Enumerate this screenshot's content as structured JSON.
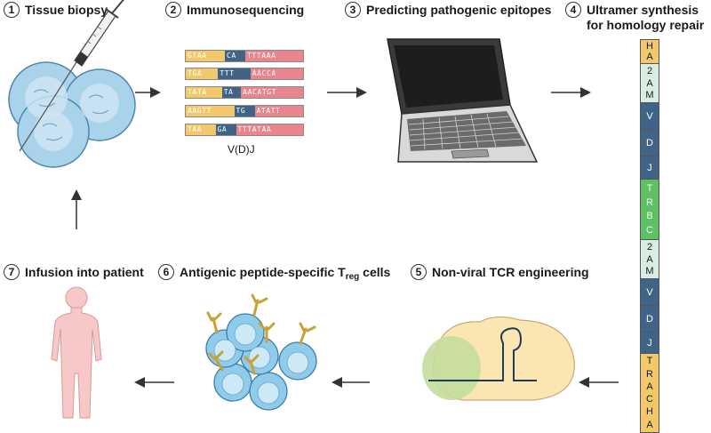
{
  "steps": {
    "s1": {
      "num": "1",
      "label": "Tissue biopsy"
    },
    "s2": {
      "num": "2",
      "label": "Immunosequencing"
    },
    "s3": {
      "num": "3",
      "label": "Predicting pathogenic epitopes"
    },
    "s4": {
      "num": "4",
      "line1": "Ultramer synthesis",
      "line2": "for homology repair"
    },
    "s5": {
      "num": "5",
      "label": "Non-viral TCR engineering"
    },
    "s6": {
      "num": "6",
      "prefix": "Antigenic peptide-specific T",
      "sub": "reg",
      "suffix": " cells"
    },
    "s7": {
      "num": "7",
      "label": "Infusion into patient"
    }
  },
  "sequences": [
    [
      "GTAA",
      "CA",
      "TTTAAA"
    ],
    [
      "TGA",
      "TTT",
      "AACCA"
    ],
    [
      "TATA",
      "TA",
      "AACATGT"
    ],
    [
      "AAGTT",
      "TG",
      "ATATT"
    ],
    [
      "TAA",
      "GA",
      "TTTATAA"
    ]
  ],
  "sequence_label": "V(D)J",
  "construct": [
    {
      "text": "HA",
      "color": "#f3c86a"
    },
    {
      "text": "2AM",
      "color": "#d8eee2"
    },
    {
      "text": "V",
      "color": "#3f6488"
    },
    {
      "text": "D",
      "color": "#3f6488"
    },
    {
      "text": "J",
      "color": "#3f6488"
    },
    {
      "text": "TRBC",
      "color": "#5ebf63"
    },
    {
      "text": "2AM",
      "color": "#d8eee2"
    },
    {
      "text": "V",
      "color": "#3f6488"
    },
    {
      "text": "D",
      "color": "#3f6488"
    },
    {
      "text": "J",
      "color": "#3f6488"
    },
    {
      "text": "TRACHA",
      "color": "#f3c86a"
    }
  ],
  "colors": {
    "arrow": "#333333",
    "cell_fill": "#a9d3ea",
    "cell_nucleus": "#cfe6f3",
    "body": "#f7c8c8",
    "tcell": "#8fcbea",
    "receptor": "#c9a235",
    "nucleus_yellow": "#fbe6b3",
    "nucleus_green": "#c4dd9c",
    "dna": "#1f3b57"
  }
}
